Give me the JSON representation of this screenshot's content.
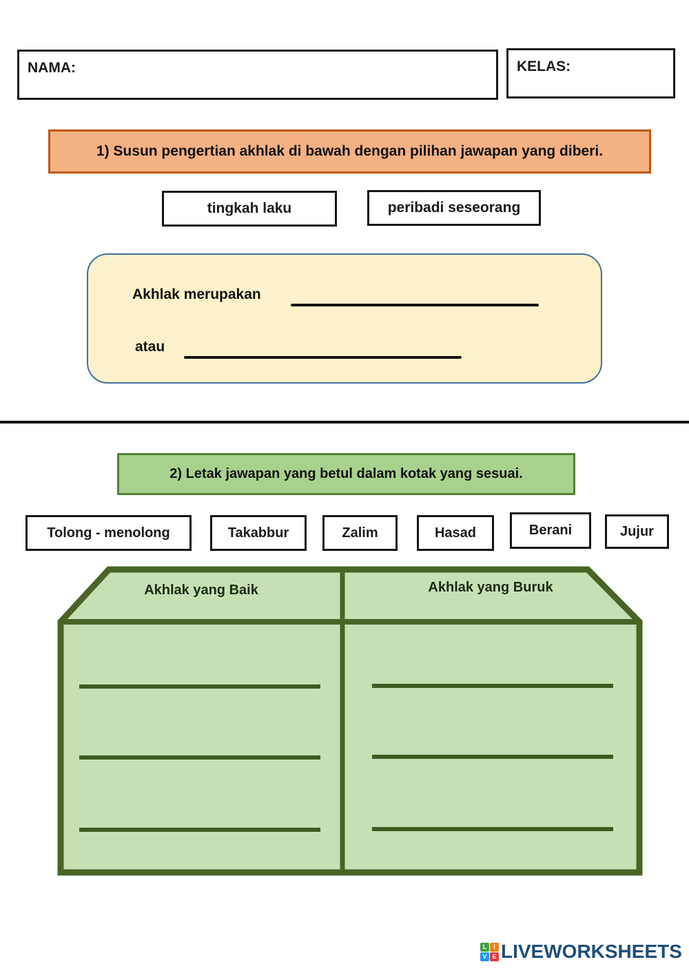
{
  "header": {
    "nama_label": "NAMA:",
    "kelas_label": "KELAS:"
  },
  "section1": {
    "instruction": "1) Susun pengertian akhlak di bawah dengan pilihan jawapan yang diberi.",
    "choices": [
      "tingkah laku",
      "peribadi seseorang"
    ],
    "sentence_prefix_1": "Akhlak merupakan",
    "sentence_prefix_2": "atau",
    "colors": {
      "instruction_bg": "#F4B183",
      "instruction_border": "#C1570F",
      "answer_panel_bg": "#FCF1CA",
      "answer_panel_border": "#41719C"
    }
  },
  "section2": {
    "instruction": "2) Letak jawapan yang betul dalam kotak yang sesuai.",
    "word_bank": [
      "Tolong - menolong",
      "Takabbur",
      "Zalim",
      "Hasad",
      "Berani",
      "Jujur"
    ],
    "table": {
      "left_header": "Akhlak yang Baik",
      "right_header": "Akhlak yang Buruk",
      "blank_lines_per_column": 3
    },
    "colors": {
      "instruction_bg": "#A9D18E",
      "instruction_border": "#538135",
      "table_bg": "#C6E0B4",
      "table_border": "#4A6426"
    }
  },
  "footer": {
    "logo_text": "LIVEWORKSHEETS",
    "logo_color": "#1F4E79",
    "logo_tiles": [
      {
        "letter": "L",
        "color": "#43A047"
      },
      {
        "letter": "I",
        "color": "#F57F17"
      },
      {
        "letter": "V",
        "color": "#2196F3"
      },
      {
        "letter": "E",
        "color": "#E53935"
      }
    ]
  }
}
